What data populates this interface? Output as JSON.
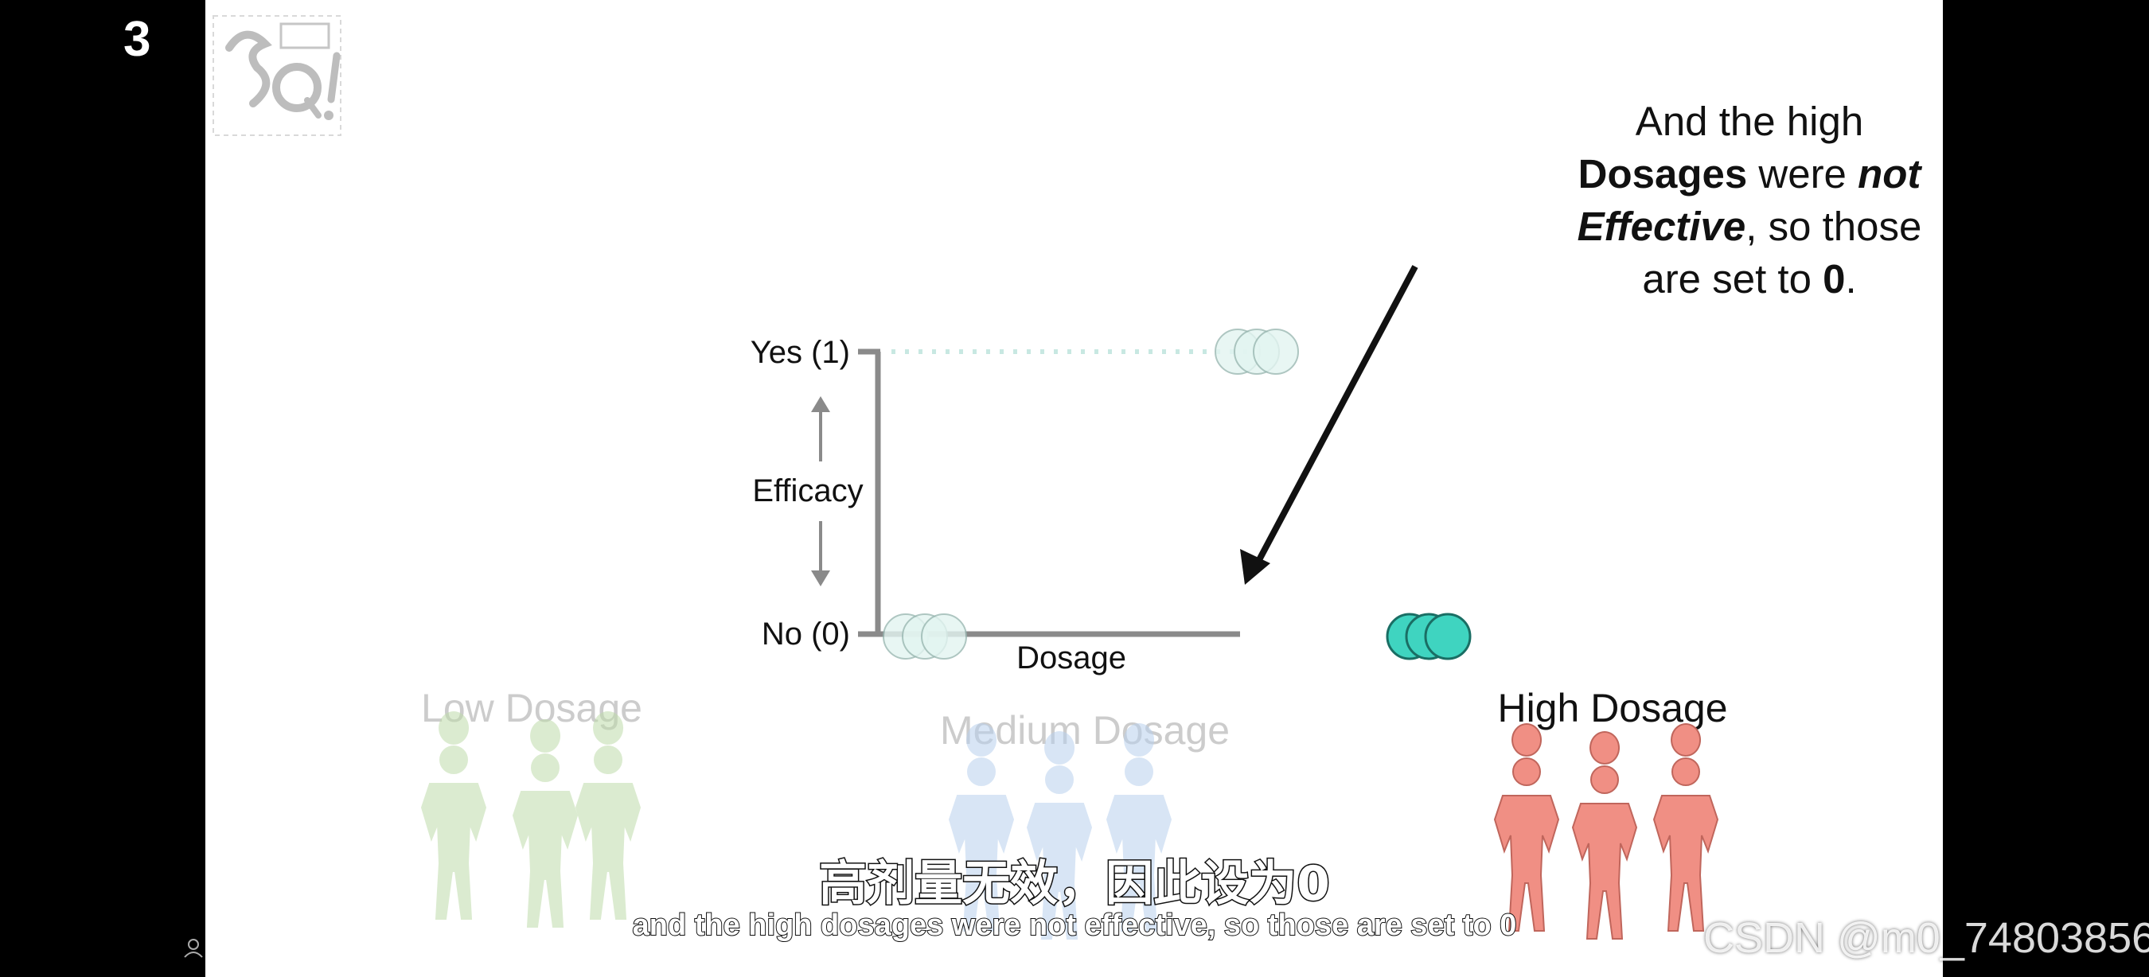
{
  "slide_number": "3",
  "callout": {
    "line1": "And the high",
    "line2_bold": "Dosages",
    "line2_mid": " were ",
    "line2_bolditalic": "not",
    "line3_bolditalic": "Effective",
    "line3_rest": ", so those",
    "line4_pre": "are set to ",
    "line4_bold": "0",
    "line4_post": "."
  },
  "chart_data": {
    "type": "scatter",
    "ylabel": "Efficacy",
    "xlabel": "Dosage",
    "y_ticks": [
      "Yes (1)",
      "No (0)"
    ],
    "groups": [
      {
        "name": "Low Dosage",
        "efficacy": 0,
        "count": 3,
        "color": "#cfeee6",
        "faded": true
      },
      {
        "name": "Medium Dosage",
        "efficacy": 1,
        "count": 3,
        "color": "#cfeee6",
        "faded": true
      },
      {
        "name": "High Dosage",
        "efficacy": 0,
        "count": 3,
        "color": "#3fd4c0",
        "faded": false
      }
    ],
    "colors": {
      "axis": "#8a8a8a",
      "dotted": "#c8e8e2",
      "highlight": "#3fd4c0",
      "highlight_stroke": "#1a6e64",
      "faded_stroke": "#9ab8b2"
    }
  },
  "figures": {
    "low_color": "#bfdcaa",
    "medium_color": "#b9d1ee",
    "high_color": "#f08f84"
  },
  "subtitle": {
    "chinese": "高剂量无效，因此设为0",
    "english": "and the high dosages were not effective, so those are set to 0"
  },
  "watermark": "CSDN @m0_74803856"
}
